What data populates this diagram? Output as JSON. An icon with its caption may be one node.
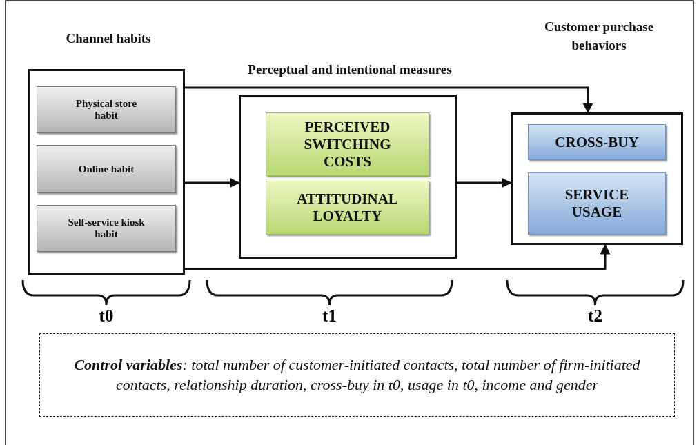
{
  "diagram": {
    "nodes": [
      {
        "text": [
          "Channel habits"
        ]
      },
      {
        "text": [
          "Physical store habit"
        ],
        "in": 0
      },
      {
        "text": [
          "Online habit"
        ],
        "in": 0
      },
      {
        "text": [
          "Self-service kiosk habit"
        ],
        "in": 0
      },
      {
        "text": [
          "Perceptual and intentional measures"
        ]
      },
      {
        "text": [
          "PERCEIVED SWITCHING COSTS"
        ],
        "in": 4
      },
      {
        "text": [
          "ATTITUDINAL LOYALTY"
        ],
        "in": 4
      },
      {
        "text": [
          "Customer purchase behaviors"
        ]
      },
      {
        "text": [
          "CROSS-BUY"
        ],
        "in": 7
      },
      {
        "text": [
          "SERVICE USAGE"
        ],
        "in": 7
      },
      {
        "text": [
          "**Control variables**: total number of customer-initiated contacts, total number of firm-initiated contacts, relationship duration, cross-buy in t0, usage in t0, income and gender"
        ]
      }
    ],
    "edges": [
      {
        "from": 0,
        "to": 4,
        "arrow": "to"
      },
      {
        "from": 4,
        "to": 7,
        "arrow": "to"
      },
      {
        "from": 0,
        "to": 7,
        "arrow": "to"
      },
      {
        "from": 0,
        "to": 7,
        "arrow": "to"
      }
    ],
    "labels": [
      "t0",
      "t1",
      "t2"
    ]
  }
}
